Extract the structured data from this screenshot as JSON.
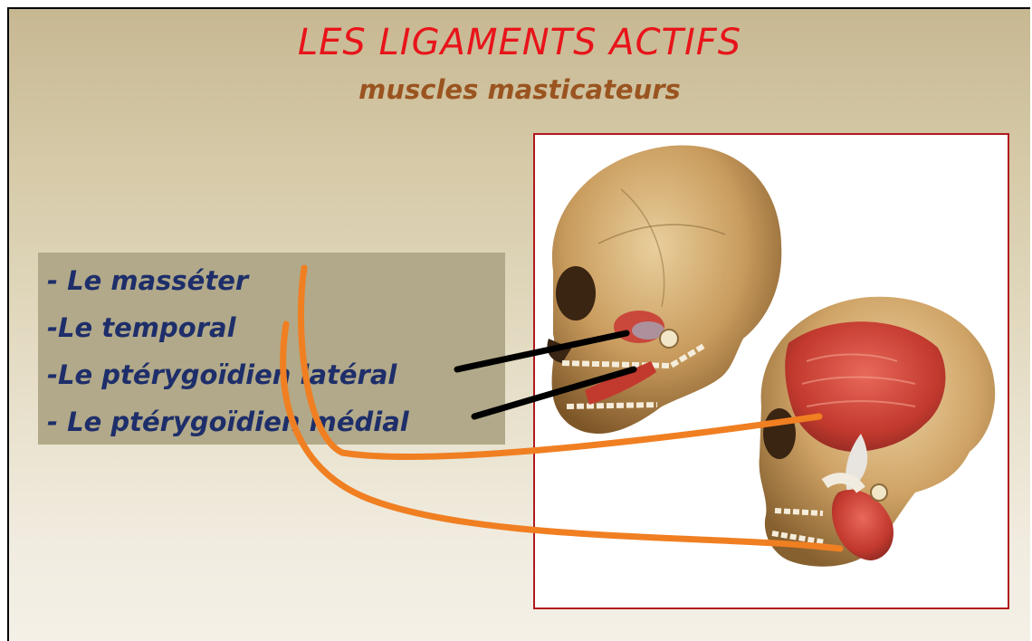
{
  "slide": {
    "title": "LES LIGAMENTS ACTIFS",
    "subtitle": "muscles masticateurs",
    "items": [
      "- Le masséter",
      "-Le temporal",
      "-Le ptérygoïdien latéral",
      "- Le ptérygoïdien médial"
    ]
  },
  "colors": {
    "title": "#e8141a",
    "subtitle": "#9a5420",
    "list_text": "#1e2e6a",
    "list_box": "#b1a989",
    "frame_border": "#b0191d",
    "orange_lines": "#f07f22",
    "black_lines": "#000000"
  }
}
